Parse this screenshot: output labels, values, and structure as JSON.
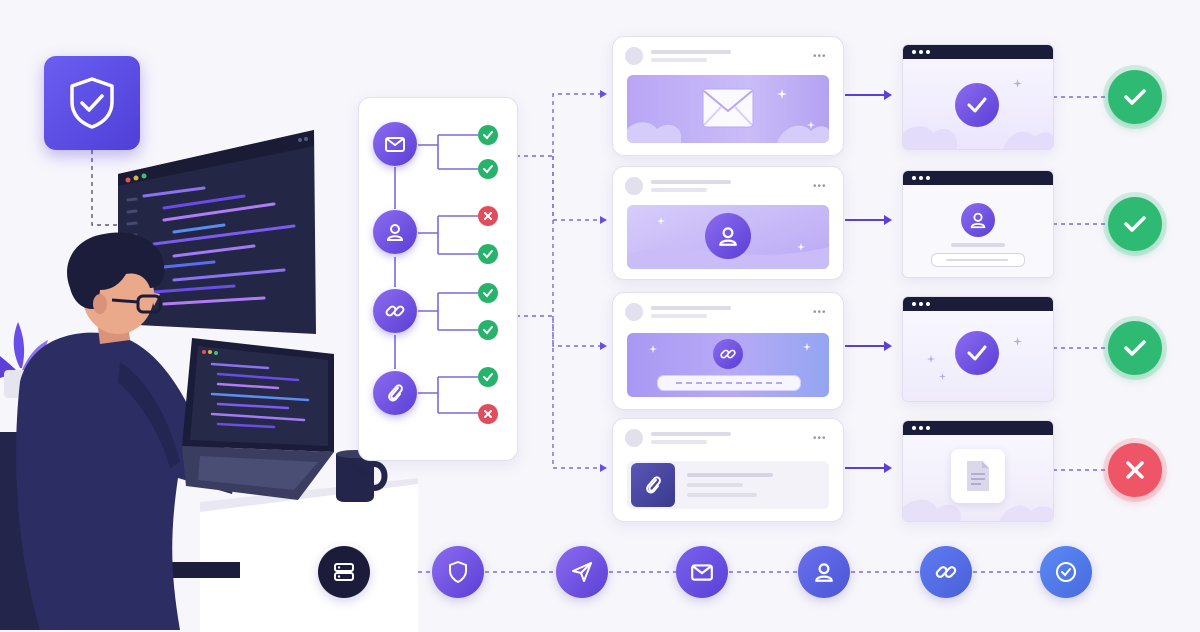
{
  "colors": {
    "background": "#f7f6fb",
    "accent": "#6a4ce8",
    "success": "#2fba74",
    "error": "#ee5566",
    "dark": "#1b1c3a"
  },
  "check_tree": [
    {
      "icon": "envelope-icon",
      "results": [
        "success",
        "success"
      ]
    },
    {
      "icon": "user-icon",
      "results": [
        "error",
        "success"
      ]
    },
    {
      "icon": "link-icon",
      "results": [
        "success",
        "success"
      ]
    },
    {
      "icon": "paperclip-icon",
      "results": [
        "success",
        "error"
      ]
    }
  ],
  "message_cards": [
    {
      "content": "envelope-icon"
    },
    {
      "content": "user-icon"
    },
    {
      "content": "link-icon"
    },
    {
      "content": "paperclip-icon"
    }
  ],
  "outcome_windows": [
    {
      "content": "check-icon"
    },
    {
      "content": "user-icon"
    },
    {
      "content": "check-icon"
    },
    {
      "content": "document-icon"
    }
  ],
  "final_results": [
    "success",
    "success",
    "success",
    "error"
  ],
  "pipeline": [
    {
      "icon": "server-icon",
      "color": "#1b1c3a"
    },
    {
      "icon": "shield-icon",
      "color": "#6a4ce8"
    },
    {
      "icon": "send-icon",
      "color": "#6a4ce8"
    },
    {
      "icon": "envelope-icon",
      "color": "#6a4ce8"
    },
    {
      "icon": "user-icon",
      "color": "#5a66e6"
    },
    {
      "icon": "link-icon",
      "color": "#4f6fe8"
    },
    {
      "icon": "check-icon",
      "color": "#4c7cf0"
    }
  ]
}
